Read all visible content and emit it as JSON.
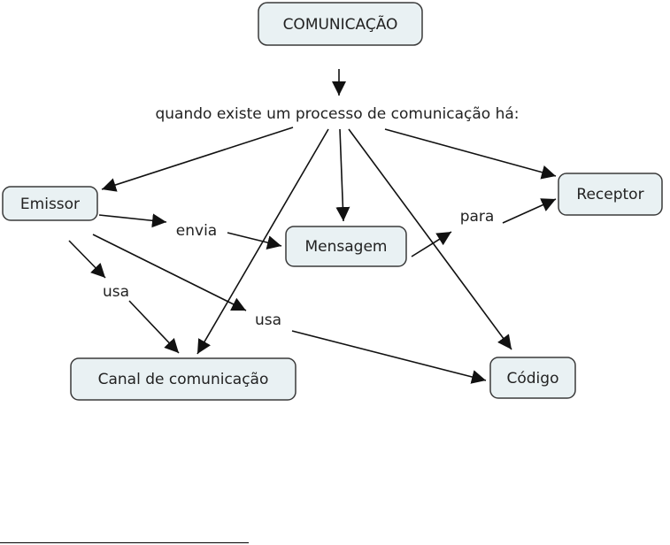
{
  "concepts": {
    "root": "COMUNICAÇÃO",
    "emissor": "Emissor",
    "receptor": "Receptor",
    "mensagem": "Mensagem",
    "canal": "Canal de comunicação",
    "codigo": "Código"
  },
  "links": {
    "main": "quando existe um processo de comunicação há:",
    "envia": "envia",
    "para": "para",
    "usa_canal": "usa",
    "usa_codigo": "usa"
  },
  "colors": {
    "node_fill": "#e9f1f3",
    "node_stroke": "#3a3a3a",
    "edge": "#111111"
  }
}
